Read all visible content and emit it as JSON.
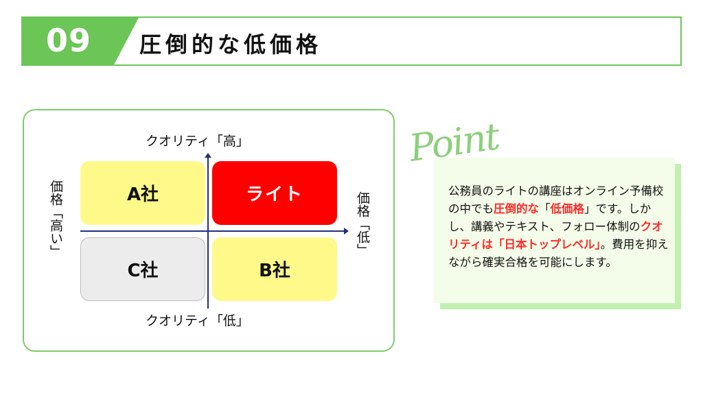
{
  "header": {
    "number": "09",
    "title": "圧倒的な低価格"
  },
  "matrix": {
    "axis_top": "クオリティ「高」",
    "axis_bottom": "クオリティ「低」",
    "axis_left": "価格「高い」",
    "axis_right": "価格「低」",
    "quadrants": {
      "top_left": "A社",
      "top_right": "ライト",
      "bottom_left": "C社",
      "bottom_right": "B社"
    }
  },
  "point": {
    "label": "Point",
    "text": {
      "p1": "公務員のライトの講座はオンライン予備校の中でも",
      "h1": "圧倒的な",
      "p2": "「",
      "h2": "低価格",
      "p3": "」です。しかし、講義やテキスト、フォロー体制の",
      "h3": "クオリティは「日本トップレベル」",
      "p4": "。費用を抑えながら確実合格を可能にします。"
    }
  },
  "colors": {
    "accent_green": "#6cc557",
    "highlight_red": "#ff2a2a",
    "quadrant_yellow": "#fff98a",
    "quadrant_red": "#ff0000",
    "quadrant_gray": "#ececec",
    "axis_navy": "#1f2f7a"
  }
}
